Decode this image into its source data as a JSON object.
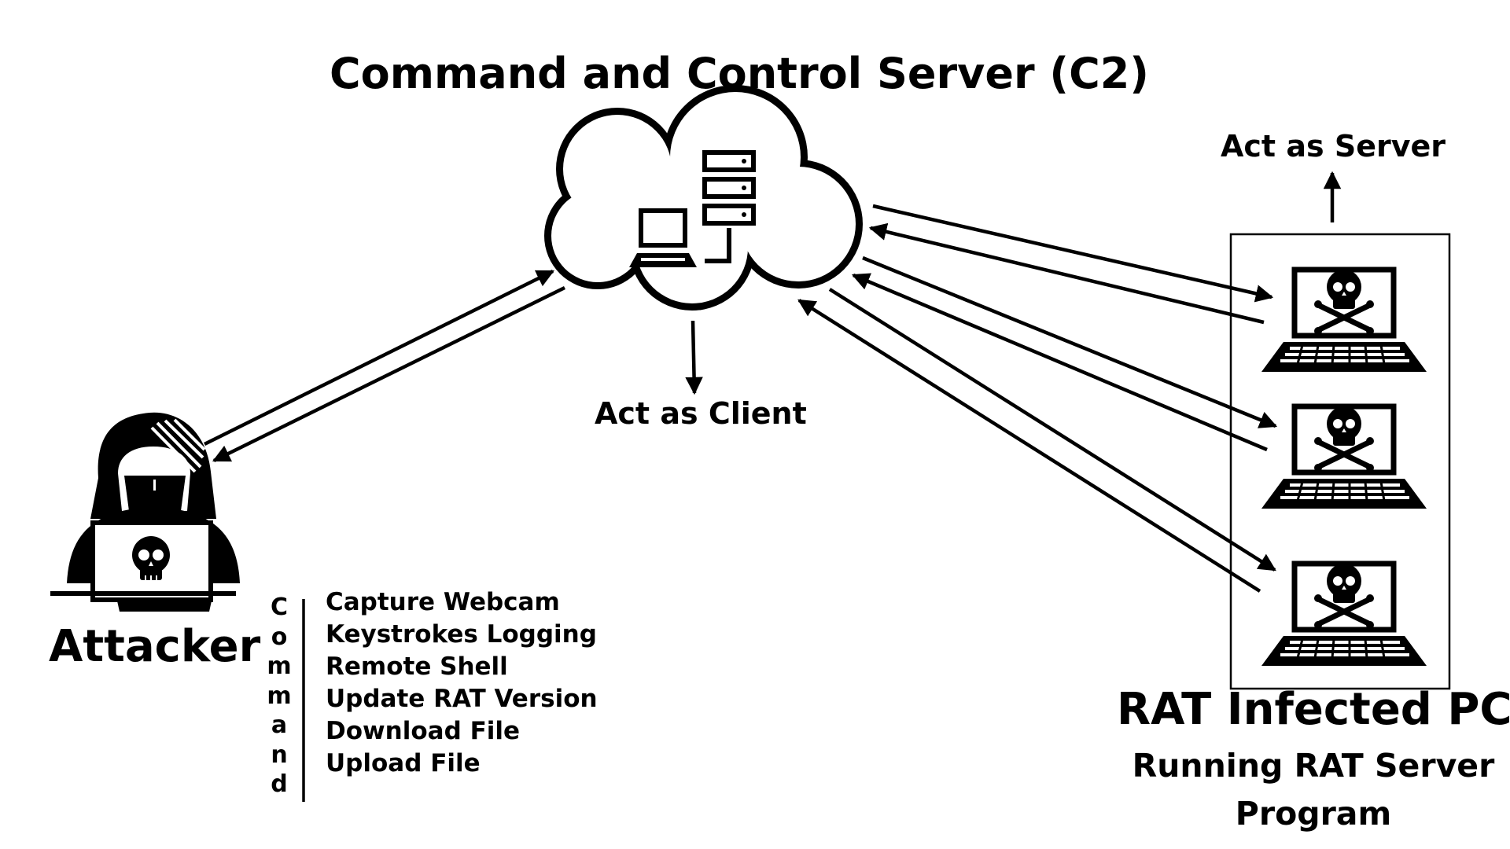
{
  "title": "Command and Control Server (C2)",
  "c2_role": "Act as Client",
  "infected_role": "Act as Server",
  "attacker": {
    "label": "Attacker"
  },
  "commands": {
    "vertical_label": "Command",
    "items": [
      "Capture Webcam",
      "Keystrokes Logging",
      "Remote Shell",
      "Update RAT Version",
      "Download File",
      "Upload File"
    ]
  },
  "infected": {
    "title": "RAT Infected PC",
    "subtitle": "Running RAT Server Program"
  },
  "icons": {
    "c2": [
      "cloud-icon",
      "laptop-icon",
      "server-rack-icon"
    ],
    "attacker": "hooded-hacker-icon",
    "infected_pcs": [
      "skull-laptop-icon",
      "skull-laptop-icon",
      "skull-laptop-icon"
    ]
  },
  "colors": {
    "ink": "#000000",
    "background": "#ffffff"
  }
}
